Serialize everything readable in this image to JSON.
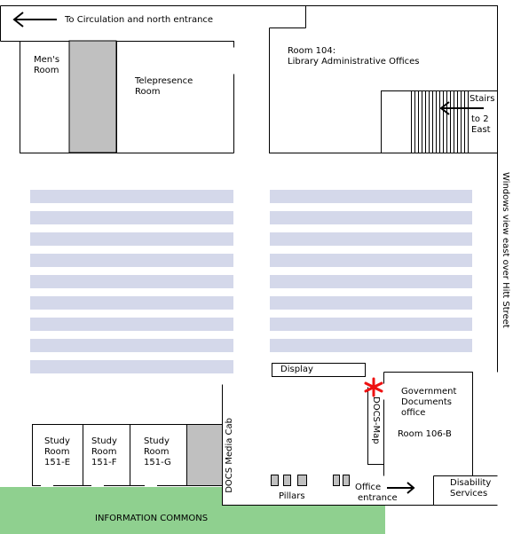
{
  "labels": {
    "circulation": "To Circulation and north entrance",
    "mens_room_1": "Men's",
    "mens_room_2": "Room",
    "telepresence_1": "Telepresence",
    "telepresence_2": "Room",
    "room104_1": "Room 104:",
    "room104_2": "Library Administrative Offices",
    "stairs_1": "Stairs",
    "stairs_2": "to 2",
    "stairs_3": "East",
    "windows": "Windows view east  over Hitt Street",
    "display": "Display",
    "docs_map": "DOCS-Map",
    "gov_docs_1": "Government",
    "gov_docs_2": "Documents",
    "gov_docs_3": "office",
    "room106": "Room 106-B",
    "study_e_1": "Study",
    "study_e_2": "Room",
    "study_e_3": "151-E",
    "study_f_1": "Study",
    "study_f_2": "Room",
    "study_f_3": "151-F",
    "study_g_1": "Study",
    "study_g_2": "Room",
    "study_g_3": "151-G",
    "docs_media_cab": "DOCS Media Cab",
    "pillars": "Pillars",
    "office_entrance_1": "Office",
    "office_entrance_2": "entrance",
    "disability_1": "Disability",
    "disability_2": "Services",
    "info_commons": "INFORMATION COMMONS"
  },
  "colors": {
    "shelf": "#d4d8ea",
    "pillar": "#c0c0c0",
    "commons": "#8fd08f",
    "star": "#ee1111"
  }
}
